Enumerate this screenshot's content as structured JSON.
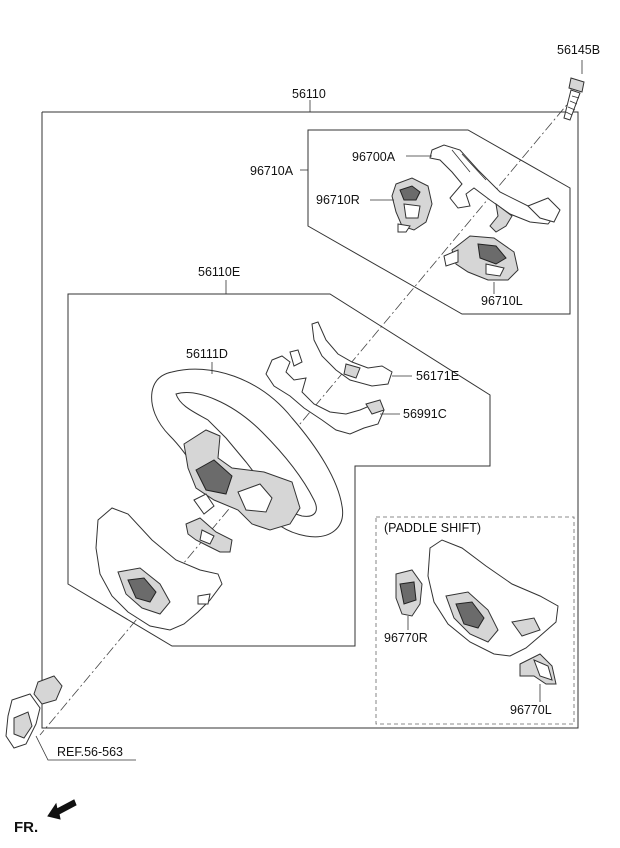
{
  "parts": {
    "bolt": "56145B",
    "assembly": "56110",
    "remote_group": "96710A",
    "bracket": "96700A",
    "switch_right": "96710R",
    "switch_left": "96710L",
    "wheel_body_group": "56110E",
    "wheel": "56111D",
    "harness_a": "56171E",
    "harness_b": "56991C",
    "paddle_right": "96770R",
    "paddle_left": "96770L"
  },
  "paddle_shift_label": "(PADDLE SHIFT)",
  "reference": "REF.56-563",
  "front_marker": "FR."
}
